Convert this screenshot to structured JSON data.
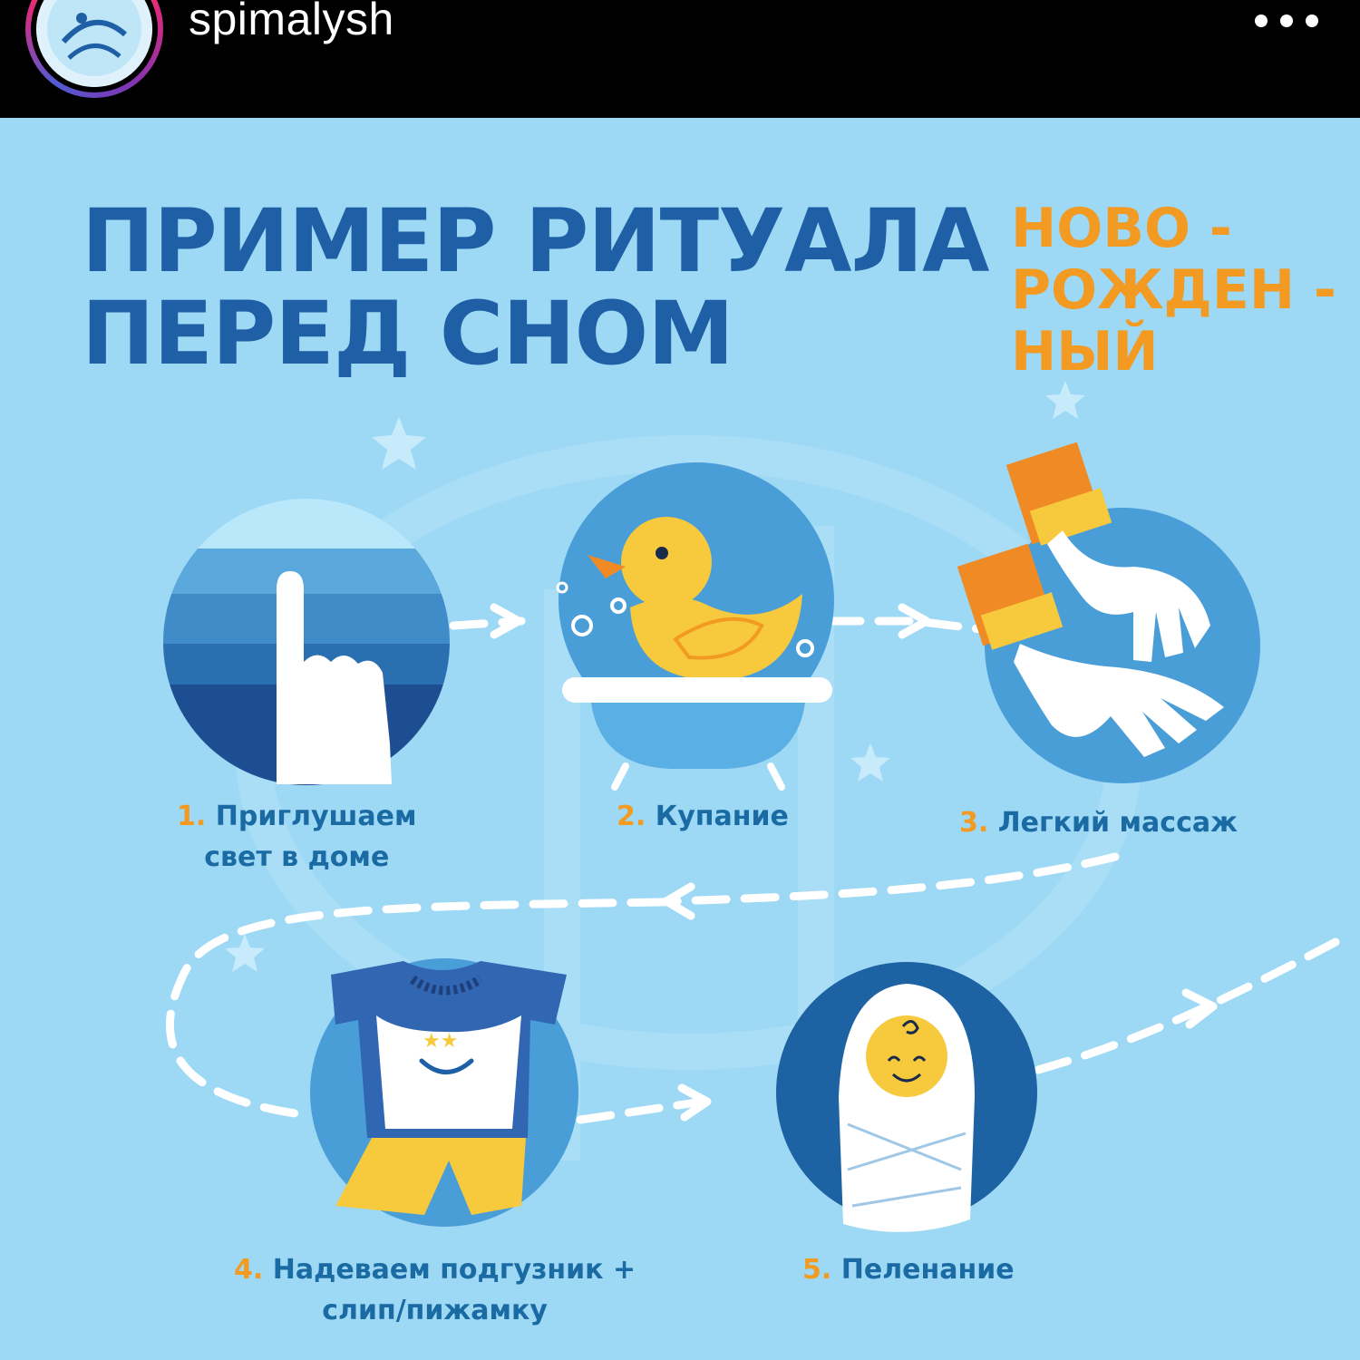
{
  "header": {
    "username": "spimalysh",
    "more_icon": "more-horizontal-icon"
  },
  "post": {
    "title_lines": [
      "ПРИМЕР РИТУАЛА",
      "ПЕРЕД СНОМ"
    ],
    "subtitle_lines": [
      "НОВО -",
      "РОЖДЕН -",
      "НЫЙ"
    ],
    "steps": [
      {
        "num": "1.",
        "lines": [
          "Приглушаем",
          "свет в доме"
        ],
        "icon": "finger-light-icon"
      },
      {
        "num": "2.",
        "lines": [
          "Купание"
        ],
        "icon": "duck-bath-icon"
      },
      {
        "num": "3.",
        "lines": [
          "Легкий массаж"
        ],
        "icon": "massage-hands-icon"
      },
      {
        "num": "4.",
        "lines": [
          "Надеваем подгузник +",
          "слип/пижамку"
        ],
        "icon": "pajamas-icon"
      },
      {
        "num": "5.",
        "lines": [
          "Пеленание"
        ],
        "icon": "swaddled-baby-icon"
      }
    ]
  },
  "colors": {
    "background": "#9dd8f5",
    "title_blue": "#1e5fa5",
    "accent_orange": "#f29a21",
    "label_blue": "#1a6aa3"
  }
}
